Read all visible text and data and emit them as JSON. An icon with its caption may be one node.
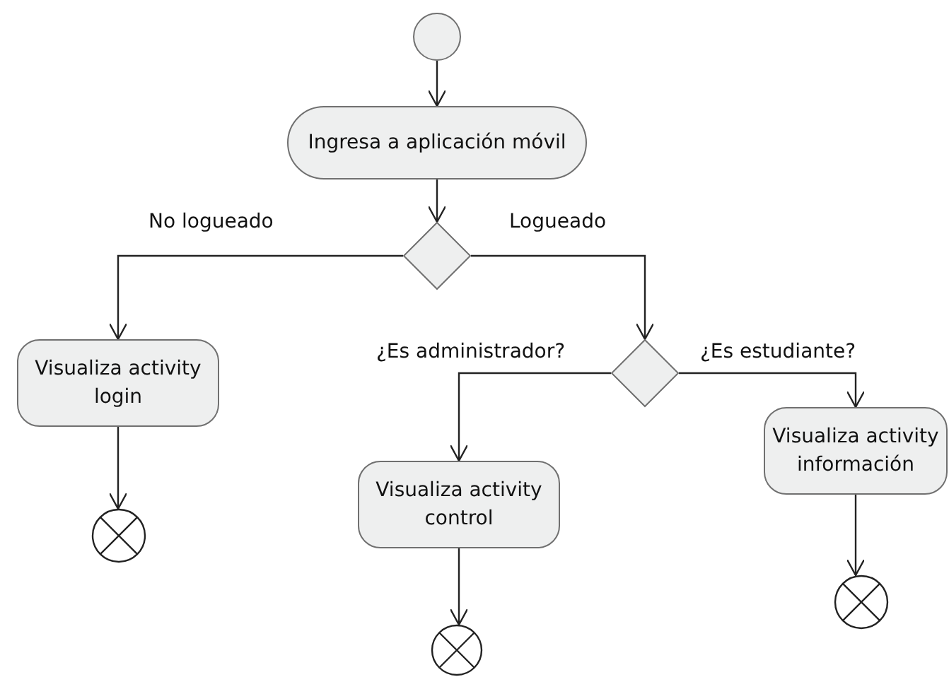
{
  "diagram": {
    "nodes": [
      {
        "text": [],
        "shape": "circle"
      },
      {
        "text": [
          "Ingresa a aplicación móvil"
        ]
      },
      {
        "text": [],
        "shape": "diamond"
      },
      {
        "text": [
          "Visualiza activity login"
        ]
      },
      {
        "text": [],
        "shape": "circle"
      },
      {
        "text": [],
        "shape": "diamond"
      },
      {
        "text": [
          "Visualiza activity control"
        ]
      },
      {
        "text": [],
        "shape": "circle"
      },
      {
        "text": [
          "Visualiza activity información"
        ]
      },
      {
        "text": [],
        "shape": "circle"
      }
    ],
    "edges": [
      {
        "from": 0,
        "to": 1,
        "arrow": "to"
      },
      {
        "from": 1,
        "to": 2,
        "arrow": "to"
      },
      {
        "from": 2,
        "to": 3,
        "arrow": "to",
        "label": "No logueado"
      },
      {
        "from": 2,
        "to": 5,
        "arrow": "to",
        "label": "Logueado"
      },
      {
        "from": 3,
        "to": 4,
        "arrow": "to"
      },
      {
        "from": 5,
        "to": 6,
        "arrow": "to",
        "label": "¿Es administrador?"
      },
      {
        "from": 5,
        "to": 8,
        "arrow": "to",
        "label": "¿Es estudiante?"
      },
      {
        "from": 6,
        "to": 7,
        "arrow": "to"
      },
      {
        "from": 8,
        "to": 9,
        "arrow": "to"
      }
    ]
  }
}
